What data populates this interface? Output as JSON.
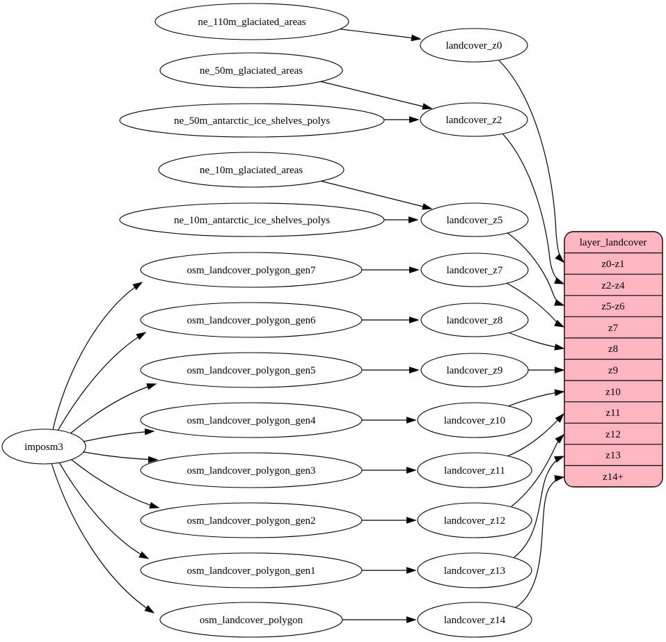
{
  "diagram": {
    "title": "layer_landcover",
    "colors": {
      "background": "#ffffff",
      "node_fill": "#ffffff",
      "node_stroke": "#000000",
      "edge_color": "#000000",
      "record_fill": "#ffb6c1"
    },
    "nodes": {
      "imposm3": "imposm3",
      "ne110": "ne_110m_glaciated_areas",
      "ne50g": "ne_50m_glaciated_areas",
      "ne50a": "ne_50m_antarctic_ice_shelves_polys",
      "ne10g": "ne_10m_glaciated_areas",
      "ne10a": "ne_10m_antarctic_ice_shelves_polys",
      "gen7": "osm_landcover_polygon_gen7",
      "gen6": "osm_landcover_polygon_gen6",
      "gen5": "osm_landcover_polygon_gen5",
      "gen4": "osm_landcover_polygon_gen4",
      "gen3": "osm_landcover_polygon_gen3",
      "gen2": "osm_landcover_polygon_gen2",
      "gen1": "osm_landcover_polygon_gen1",
      "poly": "osm_landcover_polygon",
      "z0": "landcover_z0",
      "z2": "landcover_z2",
      "z5": "landcover_z5",
      "z7": "landcover_z7",
      "z8": "landcover_z8",
      "z9": "landcover_z9",
      "z10": "landcover_z10",
      "z11": "landcover_z11",
      "z12": "landcover_z12",
      "z13": "landcover_z13",
      "z14": "landcover_z14"
    },
    "record": {
      "title": "layer_landcover",
      "rows": [
        "z0-z1",
        "z2-z4",
        "z5-z6",
        "z7",
        "z8",
        "z9",
        "z10",
        "z11",
        "z12",
        "z13",
        "z14+"
      ]
    },
    "edges": [
      {
        "from": "ne_110m_glaciated_areas",
        "to": "landcover_z0"
      },
      {
        "from": "ne_50m_glaciated_areas",
        "to": "landcover_z2"
      },
      {
        "from": "ne_50m_antarctic_ice_shelves_polys",
        "to": "landcover_z2"
      },
      {
        "from": "ne_10m_glaciated_areas",
        "to": "landcover_z5"
      },
      {
        "from": "ne_10m_antarctic_ice_shelves_polys",
        "to": "landcover_z5"
      },
      {
        "from": "imposm3",
        "to": "osm_landcover_polygon_gen7"
      },
      {
        "from": "imposm3",
        "to": "osm_landcover_polygon_gen6"
      },
      {
        "from": "imposm3",
        "to": "osm_landcover_polygon_gen5"
      },
      {
        "from": "imposm3",
        "to": "osm_landcover_polygon_gen4"
      },
      {
        "from": "imposm3",
        "to": "osm_landcover_polygon_gen3"
      },
      {
        "from": "imposm3",
        "to": "osm_landcover_polygon_gen2"
      },
      {
        "from": "imposm3",
        "to": "osm_landcover_polygon_gen1"
      },
      {
        "from": "imposm3",
        "to": "osm_landcover_polygon"
      },
      {
        "from": "osm_landcover_polygon_gen7",
        "to": "landcover_z7"
      },
      {
        "from": "osm_landcover_polygon_gen6",
        "to": "landcover_z8"
      },
      {
        "from": "osm_landcover_polygon_gen5",
        "to": "landcover_z9"
      },
      {
        "from": "osm_landcover_polygon_gen4",
        "to": "landcover_z10"
      },
      {
        "from": "osm_landcover_polygon_gen3",
        "to": "landcover_z11"
      },
      {
        "from": "osm_landcover_polygon_gen2",
        "to": "landcover_z12"
      },
      {
        "from": "osm_landcover_polygon_gen1",
        "to": "landcover_z13"
      },
      {
        "from": "osm_landcover_polygon",
        "to": "landcover_z14"
      },
      {
        "from": "landcover_z0",
        "to": "layer_landcover:z0-z1"
      },
      {
        "from": "landcover_z2",
        "to": "layer_landcover:z2-z4"
      },
      {
        "from": "landcover_z5",
        "to": "layer_landcover:z5-z6"
      },
      {
        "from": "landcover_z7",
        "to": "layer_landcover:z7"
      },
      {
        "from": "landcover_z8",
        "to": "layer_landcover:z8"
      },
      {
        "from": "landcover_z9",
        "to": "layer_landcover:z9"
      },
      {
        "from": "landcover_z10",
        "to": "layer_landcover:z10"
      },
      {
        "from": "landcover_z11",
        "to": "layer_landcover:z11"
      },
      {
        "from": "landcover_z12",
        "to": "layer_landcover:z12"
      },
      {
        "from": "landcover_z13",
        "to": "layer_landcover:z13"
      },
      {
        "from": "landcover_z14",
        "to": "layer_landcover:z14+"
      }
    ]
  }
}
